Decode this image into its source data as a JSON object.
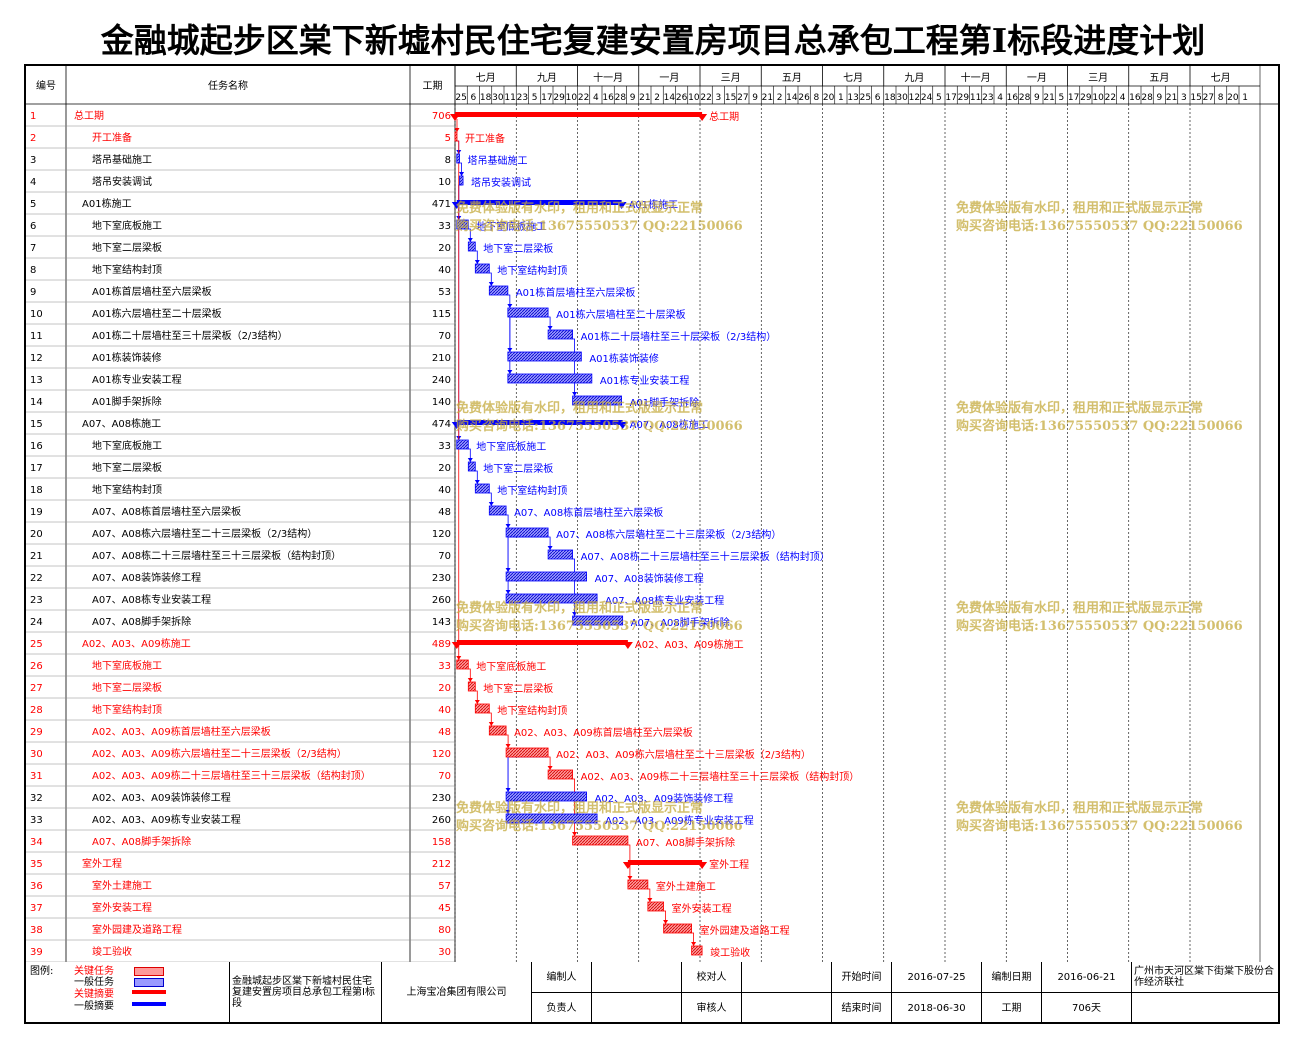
{
  "title": "金融城起步区棠下新墟村民住宅复建安置房项目总承包工程第Ⅰ标段进度计划",
  "header": {
    "col_id": "编号",
    "col_name": "任务名称",
    "col_dur": "工期",
    "months": [
      "七月",
      "九月",
      "十一月",
      "一月",
      "三月",
      "五月",
      "七月",
      "九月",
      "十一月",
      "一月",
      "三月",
      "五月",
      "七月"
    ],
    "ticks": [
      "25",
      "6",
      "18",
      "30",
      "11",
      "23",
      "5",
      "17",
      "29",
      "10",
      "22",
      "4",
      "16",
      "28",
      "9",
      "21",
      "2",
      "14",
      "26",
      "10",
      "22",
      "3",
      "15",
      "27",
      "9",
      "21",
      "2",
      "14",
      "26",
      "8",
      "20",
      "1",
      "13",
      "25",
      "6",
      "18",
      "30",
      "12",
      "24",
      "5",
      "17",
      "29",
      "11",
      "23",
      "4",
      "16",
      "28",
      "9",
      "21",
      "5",
      "17",
      "29",
      "10",
      "22",
      "4",
      "16",
      "28",
      "9",
      "21",
      "3",
      "15",
      "27",
      "8",
      "20",
      "1"
    ]
  },
  "colors": {
    "critical": "#ff0000",
    "normal": "#0000ff",
    "watermark": "#c4aa3c"
  },
  "chart_data": {
    "type": "gantt",
    "title": "金融城起步区棠下新墟村民住宅复建安置房项目总承包工程第Ⅰ标段进度计划",
    "x_range": [
      "2016-07-25",
      "2018-06-30"
    ],
    "tasks": [
      {
        "id": "1",
        "name": "总工期",
        "dur": "706",
        "start": "2016-07-25",
        "end": "2018-06-30",
        "kind": "summary",
        "critical": true,
        "label": "总工期"
      },
      {
        "id": "2",
        "name": "开工准备",
        "dur": "5",
        "start": "2016-07-25",
        "end": "2016-07-29",
        "kind": "task",
        "critical": true,
        "label": "开工准备"
      },
      {
        "id": "3",
        "name": "塔吊基础施工",
        "dur": "8",
        "start": "2016-07-30",
        "end": "2016-08-06",
        "kind": "task",
        "critical": false,
        "label": "塔吊基础施工"
      },
      {
        "id": "4",
        "name": "塔吊安装调试",
        "dur": "10",
        "start": "2016-08-07",
        "end": "2016-08-16",
        "kind": "task",
        "critical": false,
        "label": "塔吊安装调试"
      },
      {
        "id": "5",
        "name": "A01栋施工",
        "dur": "471",
        "start": "2016-07-30",
        "end": "2017-11-12",
        "kind": "summary",
        "critical": false,
        "label": "A01栋施工"
      },
      {
        "id": "6",
        "name": "地下室底板施工",
        "dur": "33",
        "start": "2016-07-30",
        "end": "2016-08-31",
        "kind": "task",
        "critical": false,
        "label": "地下室底板施工"
      },
      {
        "id": "7",
        "name": "地下室二层梁板",
        "dur": "20",
        "start": "2016-09-01",
        "end": "2016-09-20",
        "kind": "task",
        "critical": false,
        "label": "地下室二层梁板"
      },
      {
        "id": "8",
        "name": "地下室结构封顶",
        "dur": "40",
        "start": "2016-09-21",
        "end": "2016-10-30",
        "kind": "task",
        "critical": false,
        "label": "地下室结构封顶"
      },
      {
        "id": "9",
        "name": "A01栋首层墙柱至六层梁板",
        "dur": "53",
        "start": "2016-10-31",
        "end": "2016-12-22",
        "kind": "task",
        "critical": false,
        "label": "A01栋首层墙柱至六层梁板"
      },
      {
        "id": "10",
        "name": "A01栋六层墙柱至二十层梁板",
        "dur": "115",
        "start": "2016-12-23",
        "end": "2017-04-16",
        "kind": "task",
        "critical": false,
        "label": "A01栋六层墙柱至二十层梁板"
      },
      {
        "id": "11",
        "name": "A01栋二十层墙柱至三十层梁板（2/3结构）",
        "dur": "70",
        "start": "2017-04-17",
        "end": "2017-06-25",
        "kind": "task",
        "critical": false,
        "label": "A01栋二十层墙柱至三十层梁板（2/3结构）"
      },
      {
        "id": "12",
        "name": "A01栋装饰装修",
        "dur": "210",
        "start": "2016-12-23",
        "end": "2017-07-20",
        "kind": "task",
        "critical": false,
        "label": "A01栋装饰装修"
      },
      {
        "id": "13",
        "name": "A01栋专业安装工程",
        "dur": "240",
        "start": "2016-12-23",
        "end": "2017-08-19",
        "kind": "task",
        "critical": false,
        "label": "A01栋专业安装工程"
      },
      {
        "id": "14",
        "name": "A01脚手架拆除",
        "dur": "140",
        "start": "2017-06-26",
        "end": "2017-11-12",
        "kind": "task",
        "critical": false,
        "label": "A01脚手架拆除"
      },
      {
        "id": "15",
        "name": "A07、A08栋施工",
        "dur": "474",
        "start": "2016-07-30",
        "end": "2017-11-15",
        "kind": "summary",
        "critical": false,
        "label": "A07、A08栋施工"
      },
      {
        "id": "16",
        "name": "地下室底板施工",
        "dur": "33",
        "start": "2016-07-30",
        "end": "2016-08-31",
        "kind": "task",
        "critical": false,
        "label": "地下室底板施工"
      },
      {
        "id": "17",
        "name": "地下室二层梁板",
        "dur": "20",
        "start": "2016-09-01",
        "end": "2016-09-20",
        "kind": "task",
        "critical": false,
        "label": "地下室二层梁板"
      },
      {
        "id": "18",
        "name": "地下室结构封顶",
        "dur": "40",
        "start": "2016-09-21",
        "end": "2016-10-30",
        "kind": "task",
        "critical": false,
        "label": "地下室结构封顶"
      },
      {
        "id": "19",
        "name": "A07、A08栋首层墙柱至六层梁板",
        "dur": "48",
        "start": "2016-10-31",
        "end": "2016-12-17",
        "kind": "task",
        "critical": false,
        "label": "A07、A08栋首层墙柱至六层梁板"
      },
      {
        "id": "20",
        "name": "A07、A08栋六层墙柱至二十三层梁板（2/3结构）",
        "dur": "120",
        "start": "2016-12-18",
        "end": "2017-04-16",
        "kind": "task",
        "critical": false,
        "label": "A07、A08栋六层墙柱至二十三层梁板（2/3结构）"
      },
      {
        "id": "21",
        "name": "A07、A08栋二十三层墙柱至三十三层梁板（结构封顶）",
        "dur": "70",
        "start": "2017-04-17",
        "end": "2017-06-25",
        "kind": "task",
        "critical": false,
        "label": "A07、A08栋二十三层墙柱至三十三层梁板（结构封顶）"
      },
      {
        "id": "22",
        "name": "A07、A08装饰装修工程",
        "dur": "230",
        "start": "2016-12-18",
        "end": "2017-08-04",
        "kind": "task",
        "critical": false,
        "label": "A07、A08装饰装修工程"
      },
      {
        "id": "23",
        "name": "A07、A08栋专业安装工程",
        "dur": "260",
        "start": "2016-12-18",
        "end": "2017-09-03",
        "kind": "task",
        "critical": false,
        "label": "A07、A08栋专业安装工程"
      },
      {
        "id": "24",
        "name": "A07、A08脚手架拆除",
        "dur": "143",
        "start": "2017-06-26",
        "end": "2017-11-15",
        "kind": "task",
        "critical": false,
        "label": "A07、A08脚手架拆除"
      },
      {
        "id": "25",
        "name": "A02、A03、A09栋施工",
        "dur": "489",
        "start": "2016-07-30",
        "end": "2017-11-30",
        "kind": "summary",
        "critical": true,
        "label": "A02、A03、A09栋施工"
      },
      {
        "id": "26",
        "name": "地下室底板施工",
        "dur": "33",
        "start": "2016-07-30",
        "end": "2016-08-31",
        "kind": "task",
        "critical": true,
        "label": "地下室底板施工"
      },
      {
        "id": "27",
        "name": "地下室二层梁板",
        "dur": "20",
        "start": "2016-09-01",
        "end": "2016-09-20",
        "kind": "task",
        "critical": true,
        "label": "地下室二层梁板"
      },
      {
        "id": "28",
        "name": "地下室结构封顶",
        "dur": "40",
        "start": "2016-09-21",
        "end": "2016-10-30",
        "kind": "task",
        "critical": true,
        "label": "地下室结构封顶"
      },
      {
        "id": "29",
        "name": "A02、A03、A09栋首层墙柱至六层梁板",
        "dur": "48",
        "start": "2016-10-31",
        "end": "2016-12-17",
        "kind": "task",
        "critical": true,
        "label": "A02、A03、A09栋首层墙柱至六层梁板"
      },
      {
        "id": "30",
        "name": "A02、A03、A09栋六层墙柱至二十三层梁板（2/3结构）",
        "dur": "120",
        "start": "2016-12-18",
        "end": "2017-04-16",
        "kind": "task",
        "critical": true,
        "label": "A02、A03、A09栋六层墙柱至二十三层梁板（2/3结构）"
      },
      {
        "id": "31",
        "name": "A02、A03、A09栋二十三层墙柱至三十三层梁板（结构封顶）",
        "dur": "70",
        "start": "2017-04-17",
        "end": "2017-06-25",
        "kind": "task",
        "critical": true,
        "label": "A02、A03、A09栋二十三层墙柱至三十三层梁板（结构封顶）"
      },
      {
        "id": "32",
        "name": "A02、A03、A09装饰装修工程",
        "dur": "230",
        "start": "2016-12-18",
        "end": "2017-08-04",
        "kind": "task",
        "critical": false,
        "label": "A02、A03、A09装饰装修工程"
      },
      {
        "id": "33",
        "name": "A02、A03、A09栋专业安装工程",
        "dur": "260",
        "start": "2016-12-18",
        "end": "2017-09-03",
        "kind": "task",
        "critical": false,
        "label": "A02、A03、A09栋专业安装工程"
      },
      {
        "id": "34",
        "name": "A07、A08脚手架拆除",
        "dur": "158",
        "start": "2017-06-26",
        "end": "2017-11-30",
        "kind": "task",
        "critical": true,
        "label": "A07、A08脚手架拆除"
      },
      {
        "id": "35",
        "name": "室外工程",
        "dur": "212",
        "start": "2017-12-01",
        "end": "2018-06-30",
        "kind": "summary",
        "critical": true,
        "label": "室外工程"
      },
      {
        "id": "36",
        "name": "室外土建施工",
        "dur": "57",
        "start": "2017-12-01",
        "end": "2018-01-26",
        "kind": "task",
        "critical": true,
        "label": "室外土建施工"
      },
      {
        "id": "37",
        "name": "室外安装工程",
        "dur": "45",
        "start": "2018-01-27",
        "end": "2018-03-12",
        "kind": "task",
        "critical": true,
        "label": "室外安装工程"
      },
      {
        "id": "38",
        "name": "室外园建及道路工程",
        "dur": "80",
        "start": "2018-03-13",
        "end": "2018-05-31",
        "kind": "task",
        "critical": true,
        "label": "室外园建及道路工程"
      },
      {
        "id": "39",
        "name": "竣工验收",
        "dur": "30",
        "start": "2018-06-01",
        "end": "2018-06-30",
        "kind": "task",
        "critical": true,
        "label": "竣工验收"
      }
    ]
  },
  "watermark": {
    "line1": "免费体验版有水印，租用和正式版显示正常",
    "line2": "购买咨询电话:13675550537 QQ:22150066"
  },
  "footer": {
    "legend_title": "图例:",
    "legend_critical": "关键任务",
    "legend_normal": "一般任务",
    "legend_critical_summary": "关键摘要",
    "legend_normal_summary": "一般摘要",
    "project_name": "金融城起步区棠下新墟村民住宅复建安置房项目总承包工程第Ⅰ标段",
    "company": "上海宝冶集团有限公司",
    "editor_label": "编制人",
    "editor_value": "",
    "checker_label": "校对人",
    "checker_value": "",
    "start_label": "开始时间",
    "start_value": "2016-07-25",
    "compile_date_label": "编制日期",
    "compile_date_value": "2016-06-21",
    "owner": "广州市天河区棠下街棠下股份合作经济联社",
    "leader_label": "负责人",
    "leader_value": "",
    "reviewer_label": "审核人",
    "reviewer_value": "",
    "end_label": "结束时间",
    "end_value": "2018-06-30",
    "duration_label": "工期",
    "duration_value": "706天"
  }
}
